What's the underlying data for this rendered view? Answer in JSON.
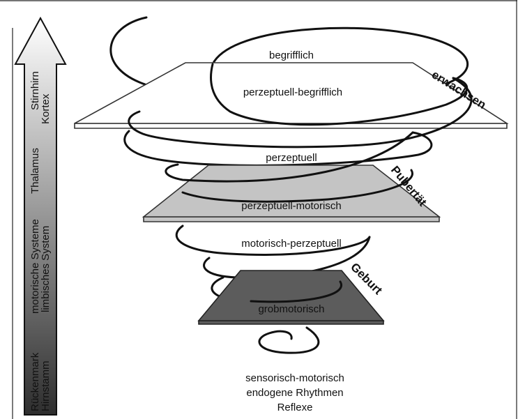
{
  "arrow": {
    "column_right": [
      "Rückenmark",
      "motorische Systeme",
      "Thalamus",
      "Stirnhirn"
    ],
    "column_left": [
      "Hirnstamm",
      "limbisches System",
      "Kortex"
    ]
  },
  "levels": {
    "top_above": "begrifflich",
    "top_inner": "perzeptuell-begrifflich",
    "middle_above": "perzeptuell",
    "middle_inner": "perzeptuell-motorisch",
    "lower_above": "motorisch-perzeptuell",
    "bottom_inner": "grobmotorisch",
    "base": [
      "sensorisch-motorisch",
      "endogene Rhythmen",
      "Reflexe"
    ]
  },
  "stages": {
    "adult": "erwachsen",
    "puberty": "Pubertät",
    "birth": "Geburt"
  },
  "colors": {
    "top_plane_fill": "#ffffff",
    "middle_plane_fill": "#c4c4c4",
    "bottom_plane_fill": "#5c5c5c",
    "arrow_gradient_top": "#ffffff",
    "arrow_gradient_bottom": "#2e2e2e"
  }
}
